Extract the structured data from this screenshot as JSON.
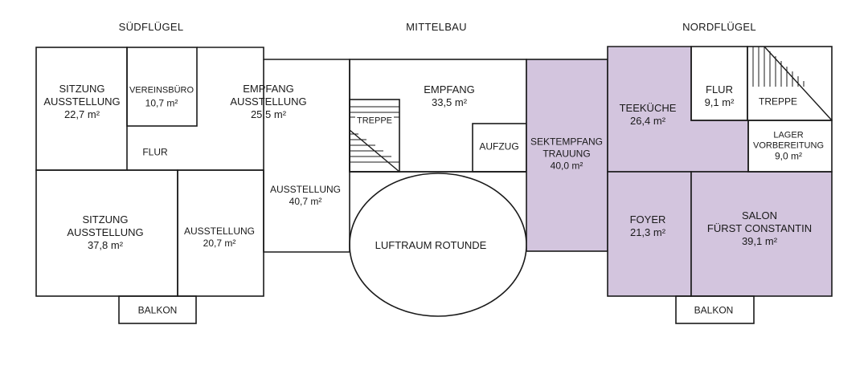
{
  "wings": {
    "south": "SÜDFLÜGEL",
    "middle": "MITTELBAU",
    "north": "NORDFLÜGEL"
  },
  "colors": {
    "highlight": "#d3c5de",
    "wall": "#1a1a1a",
    "background": "#ffffff"
  },
  "rooms": {
    "sitzung_ausstellung_1": {
      "name": "SITZUNG\nAUSSTELLUNG",
      "area": "22,7 m²"
    },
    "vereinsbuero": {
      "name": "VEREINSBÜRO",
      "area": "10,7 m²"
    },
    "empfang_ausstellung": {
      "name": "EMPFANG\nAUSSTELLUNG",
      "area": "25,5 m²"
    },
    "flur_sued": {
      "name": "FLUR"
    },
    "sitzung_ausstellung_2": {
      "name": "SITZUNG\nAUSSTELLUNG",
      "area": "37,8 m²"
    },
    "ausstellung_207": {
      "name": "AUSSTELLUNG",
      "area": "20,7 m²"
    },
    "ausstellung_407": {
      "name": "AUSSTELLUNG",
      "area": "40,7 m²"
    },
    "balkon_sued": {
      "name": "BALKON"
    },
    "empfang_mitte": {
      "name": "EMPFANG",
      "area": "33,5 m²"
    },
    "treppe_mitte": {
      "name": "TREPPE"
    },
    "aufzug": {
      "name": "AUFZUG"
    },
    "luftraum": {
      "name": "LUFTRAUM ROTUNDE"
    },
    "sektempfang": {
      "name": "SEKTEMPFANG\nTRAUUNG",
      "area": "40,0 m²",
      "highlighted": true
    },
    "teekueche": {
      "name": "TEEKÜCHE",
      "area": "26,4 m²",
      "highlighted": true
    },
    "flur_nord": {
      "name": "FLUR",
      "area": "9,1 m²"
    },
    "treppe_nord": {
      "name": "TREPPE"
    },
    "lager": {
      "name": "LAGER\nVORBEREITUNG",
      "area": "9,0 m²"
    },
    "foyer": {
      "name": "FOYER",
      "area": "21,3 m²",
      "highlighted": true
    },
    "salon": {
      "name": "SALON\nFÜRST CONSTANTIN",
      "area": "39,1 m²",
      "highlighted": true
    },
    "balkon_nord": {
      "name": "BALKON"
    }
  }
}
